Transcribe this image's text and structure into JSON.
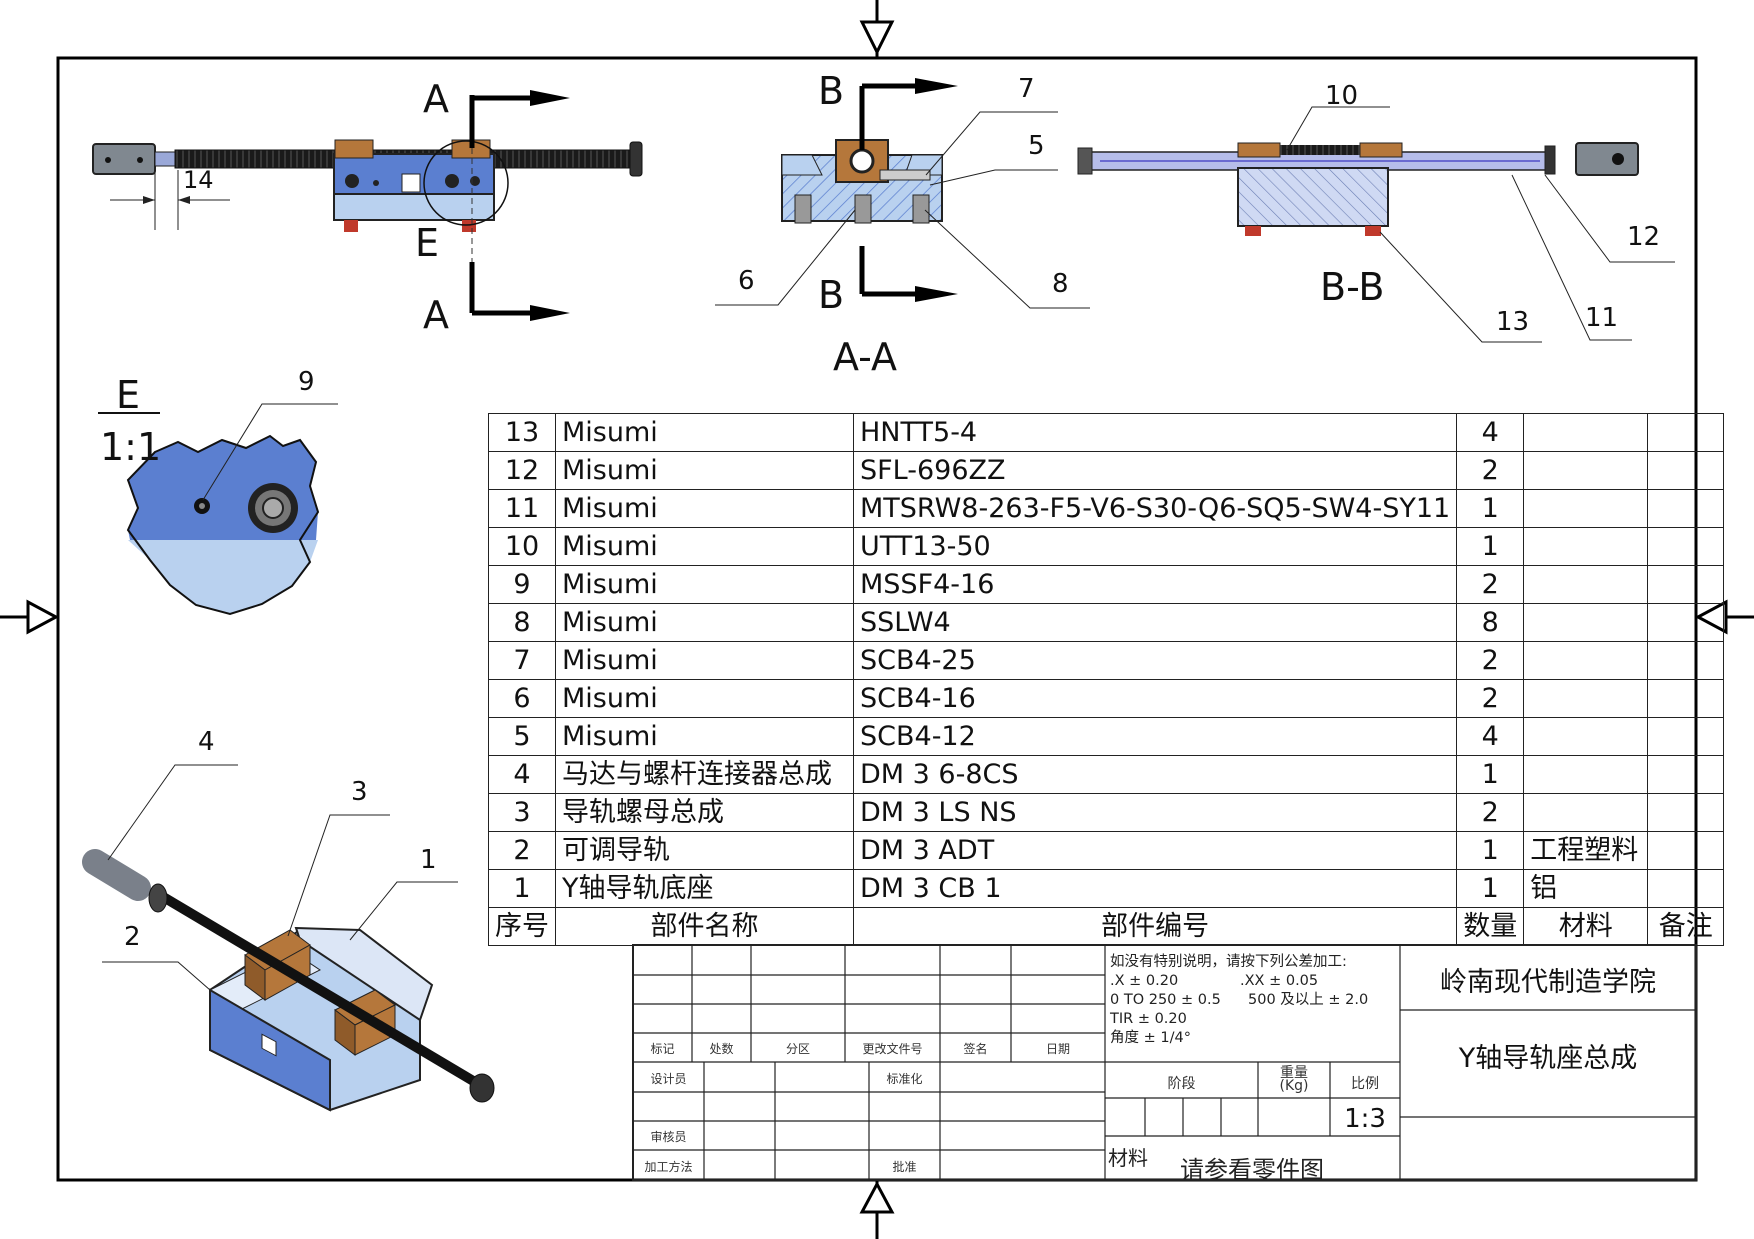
{
  "views": {
    "section_a": "A",
    "section_b": "B",
    "detail_e": "E",
    "view_aa_title": "A-A",
    "view_bb_title": "B-B",
    "detail_title": "E",
    "detail_scale": "1:1",
    "dimension_14": "14"
  },
  "balloons": [
    "1",
    "2",
    "3",
    "4",
    "5",
    "6",
    "7",
    "8",
    "9",
    "10",
    "11",
    "12",
    "13"
  ],
  "bom": {
    "rows": [
      {
        "no": "13",
        "name": "Misumi",
        "part": "HNTT5-4",
        "qty": "4",
        "material": "",
        "note": ""
      },
      {
        "no": "12",
        "name": "Misumi",
        "part": "SFL-696ZZ",
        "qty": "2",
        "material": "",
        "note": ""
      },
      {
        "no": "11",
        "name": "Misumi",
        "part": "MTSRW8-263-F5-V6-S30-Q6-SQ5-SW4-SY11",
        "qty": "1",
        "material": "",
        "note": ""
      },
      {
        "no": "10",
        "name": "Misumi",
        "part": "UTT13-50",
        "qty": "1",
        "material": "",
        "note": ""
      },
      {
        "no": "9",
        "name": "Misumi",
        "part": "MSSF4-16",
        "qty": "2",
        "material": "",
        "note": ""
      },
      {
        "no": "8",
        "name": "Misumi",
        "part": "SSLW4",
        "qty": "8",
        "material": "",
        "note": ""
      },
      {
        "no": "7",
        "name": "Misumi",
        "part": "SCB4-25",
        "qty": "2",
        "material": "",
        "note": ""
      },
      {
        "no": "6",
        "name": "Misumi",
        "part": "SCB4-16",
        "qty": "2",
        "material": "",
        "note": ""
      },
      {
        "no": "5",
        "name": "Misumi",
        "part": "SCB4-12",
        "qty": "4",
        "material": "",
        "note": ""
      },
      {
        "no": "4",
        "name": "马达与螺杆连接器总成",
        "part": "DM 3 6-8CS",
        "qty": "1",
        "material": "",
        "note": ""
      },
      {
        "no": "3",
        "name": "导轨螺母总成",
        "part": "DM 3 LS NS",
        "qty": "2",
        "material": "",
        "note": ""
      },
      {
        "no": "2",
        "name": "可调导轨",
        "part": "DM 3 ADT",
        "qty": "1",
        "material": "工程塑料",
        "note": ""
      },
      {
        "no": "1",
        "name": "Y轴导轨底座",
        "part": "DM 3 CB 1",
        "qty": "1",
        "material": "铝",
        "note": ""
      }
    ],
    "headers": {
      "no": "序号",
      "name": "部件名称",
      "part": "部件编号",
      "qty": "数量",
      "material": "材料",
      "note": "备注"
    }
  },
  "title_block": {
    "labels": {
      "mark": "标记",
      "count": "处数",
      "zone": "分区",
      "change_no": "更改文件号",
      "sign": "签名",
      "date": "日期",
      "designer": "设计员",
      "standardize": "标准化",
      "reviewer": "审核员",
      "process": "加工方法",
      "approve": "批准",
      "stage": "阶段",
      "weight": "重量",
      "weight_unit": "(Kg)",
      "scale_label": "比例",
      "material_label": "材料"
    },
    "tolerance": {
      "intro": "如没有特别说明，请按下列公差加工:",
      "x": ".X ± 0.20",
      "xx": ".XX ± 0.05",
      "range1": "0 TO 250 ± 0.5",
      "range2": "500 及以上 ± 2.0",
      "tir": "TIR ± 0.20",
      "angle": "角度 ± 1/4°"
    },
    "scale": "1:3",
    "material_value": "请参看零件图",
    "company": "岭南现代制造学院",
    "drawing_title": "Y轴导轨座总成"
  },
  "colors": {
    "body_blue": "#5b7fd0",
    "light_blue": "#b9d1ef",
    "bronze": "#b5773b",
    "dark": "#1a1a1a",
    "steel": "#808890"
  }
}
